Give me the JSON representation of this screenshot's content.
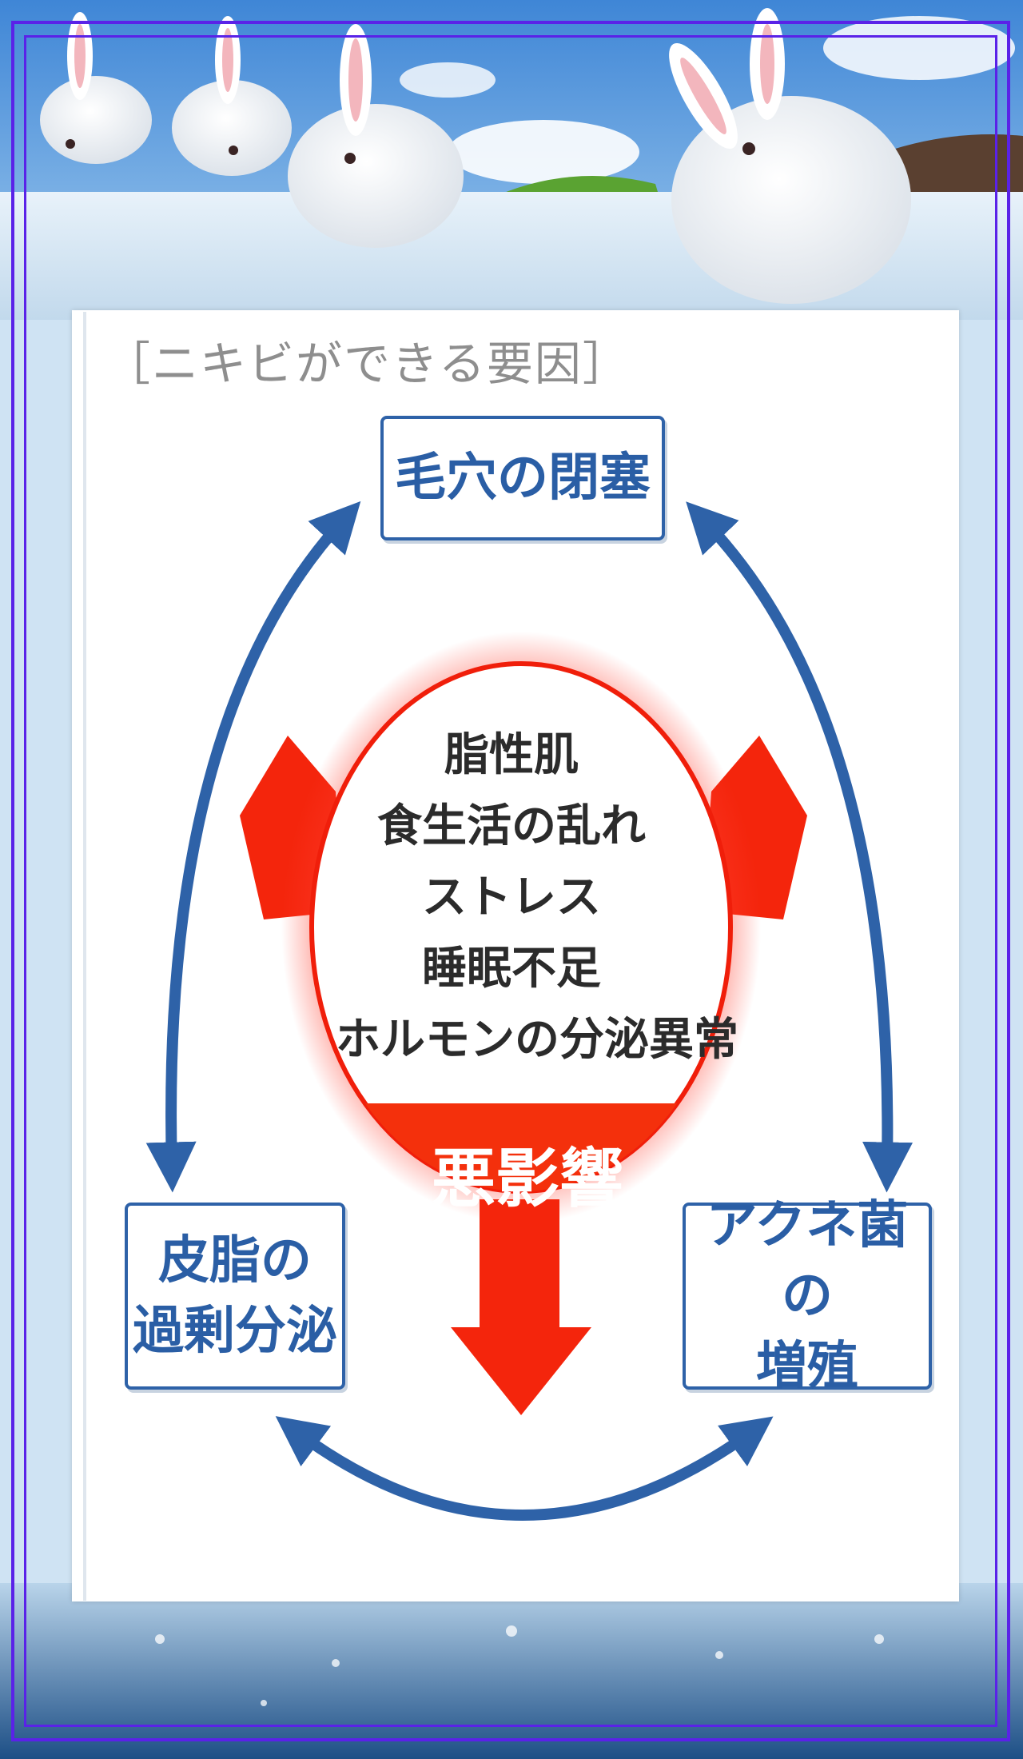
{
  "caption": "［ニキビができる要因］",
  "cycle_boxes": {
    "top": [
      "毛穴の閉塞"
    ],
    "left": [
      "皮脂の",
      "過剰分泌"
    ],
    "right": [
      "アクネ菌の",
      "増殖"
    ]
  },
  "center_factors": [
    "脂性肌",
    "食生活の乱れ",
    "ストレス",
    "睡眠不足",
    "ホルモンの分泌異常"
  ],
  "center_result": "悪影響",
  "colors": {
    "border": "#5a22e8",
    "cycle_arrow": "#2e62a8",
    "center_red": "#f01e0a",
    "box_text": "#2a5ea5"
  },
  "icons": [
    "rabbit-image",
    "waterfall-image",
    "water-splash-image"
  ]
}
